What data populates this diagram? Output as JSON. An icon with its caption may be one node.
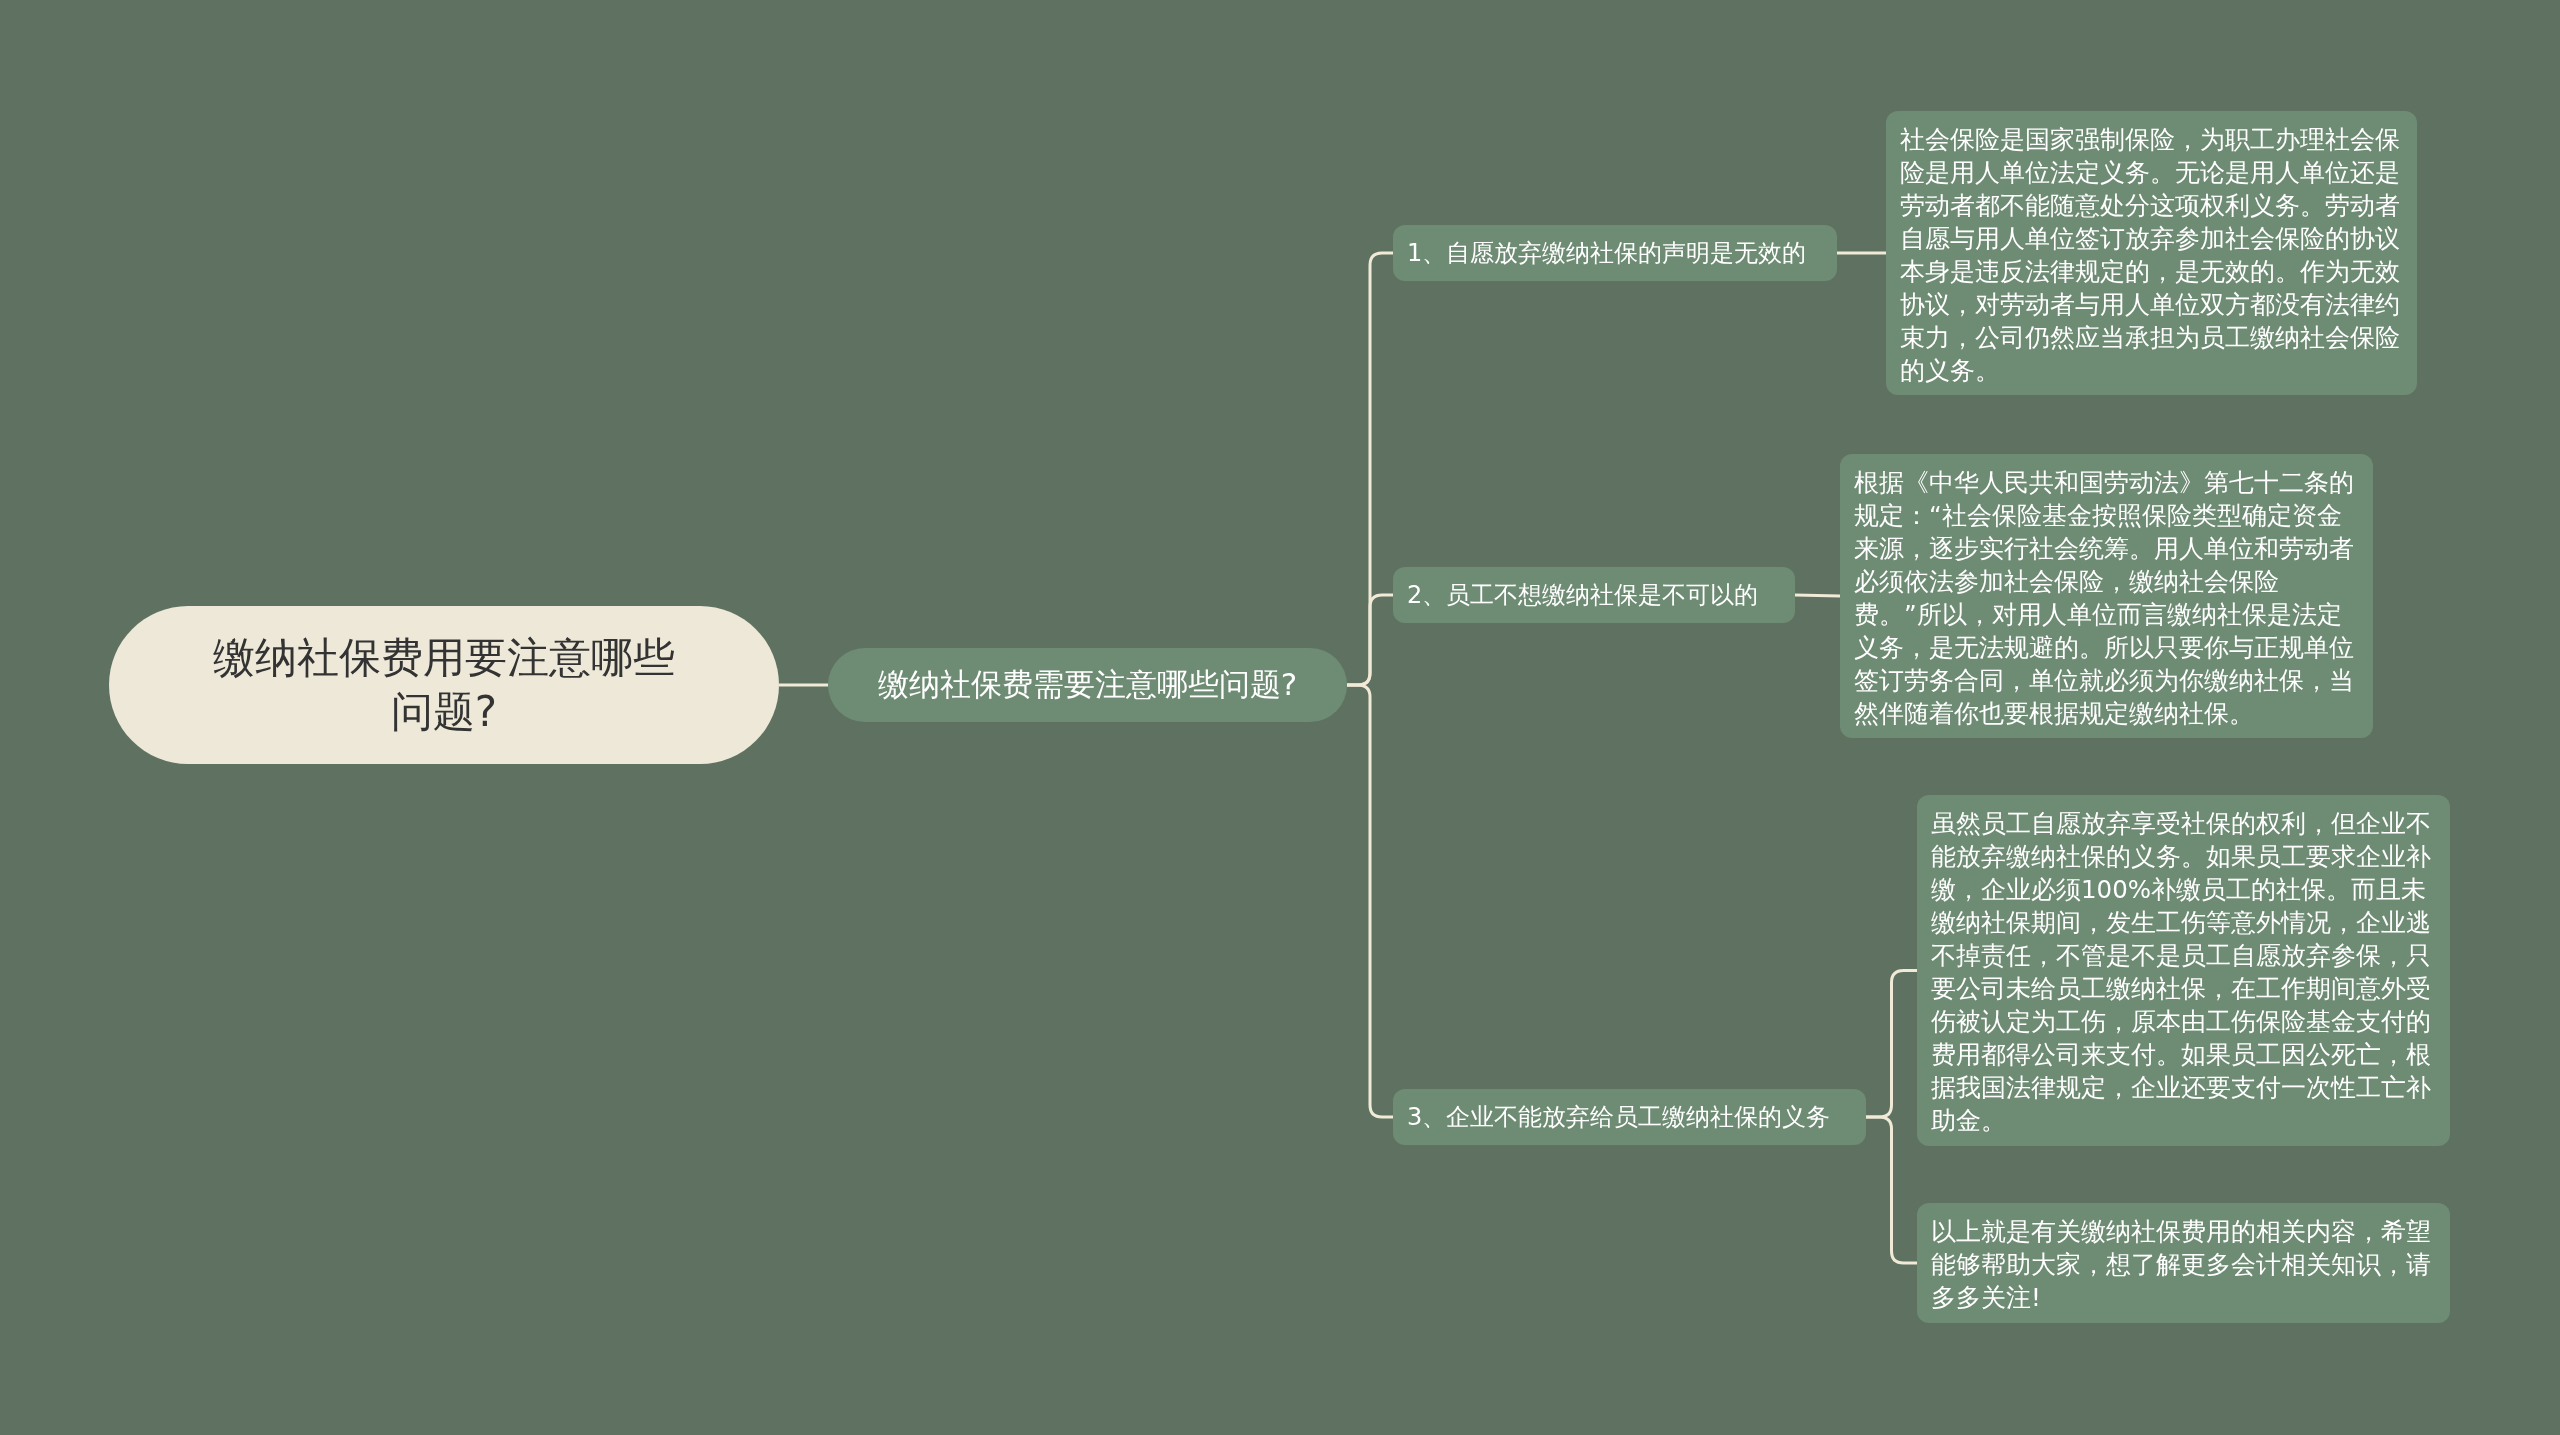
{
  "diagram": {
    "nodes": [
      {
        "text": [
          "缴纳社保费用要注意哪些问题?"
        ]
      },
      {
        "text": [
          "缴纳社保费需要注意哪些问题?"
        ]
      },
      {
        "text": [
          "1、自愿放弃缴纳社保的声明是无效的"
        ]
      },
      {
        "text": [
          "社会保险是国家强制保险，为职工办理社会保险是用人单位法定义务。无论是用人单位还是劳动者都不能随意处分这项权利义务。劳动者自愿与用人单位签订放弃参加社会保险的协议本身是违反法律规定的，是无效的。作为无效协议，对劳动者与用人单位双方都没有法律约束力，公司仍然应当承担为员工缴纳社会保险的义务。"
        ]
      },
      {
        "text": [
          "2、员工不想缴纳社保是不可以的"
        ]
      },
      {
        "text": [
          "根据《中华人民共和国劳动法》第七十二条的规定：“社会保险基金按照保险类型确定资金来源，逐步实行社会统筹。用人单位和劳动者必须依法参加社会保险，缴纳社会保险费。”所以，对用人单位而言缴纳社保是法定义务，是无法规避的。所以只要你与正规单位签订劳务合同，单位就必须为你缴纳社保，当然伴随着你也要根据规定缴纳社保。"
        ]
      },
      {
        "text": [
          "3、企业不能放弃给员工缴纳社保的义务"
        ]
      },
      {
        "text": [
          "虽然员工自愿放弃享受社保的权利，但企业不能放弃缴纳社保的义务。如果员工要求企业补缴，企业必须100%补缴员工的社保。而且未缴纳社保期间，发生工伤等意外情况，企业逃不掉责任，不管是不是员工自愿放弃参保，只要公司未给员工缴纳社保，在工作期间意外受伤被认定为工伤，原本由工伤保险基金支付的费用都得公司来支付。如果员工因公死亡，根据我国法律规定，企业还要支付一次性工亡补助金。"
        ]
      },
      {
        "text": [
          "以上就是有关缴纳社保费用的相关内容，希望能够帮助大家，想了解更多会计相关知识，请多多关注!"
        ]
      }
    ],
    "edges": [
      {
        "from": 0,
        "to": 1,
        "arrow": "none"
      },
      {
        "from": 1,
        "to": 2,
        "arrow": "none"
      },
      {
        "from": 1,
        "to": 4,
        "arrow": "none"
      },
      {
        "from": 1,
        "to": 6,
        "arrow": "none"
      },
      {
        "from": 2,
        "to": 3,
        "arrow": "none"
      },
      {
        "from": 4,
        "to": 5,
        "arrow": "none"
      },
      {
        "from": 6,
        "to": 7,
        "arrow": "none"
      },
      {
        "from": 6,
        "to": 8,
        "arrow": "none"
      }
    ]
  }
}
